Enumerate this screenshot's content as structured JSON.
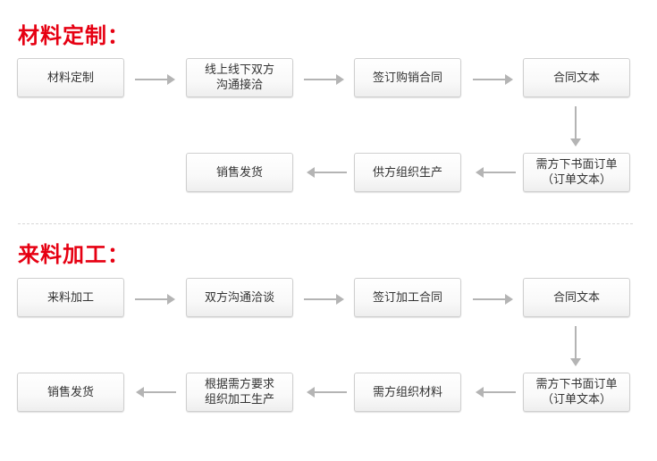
{
  "colors": {
    "title_red": "#e60012",
    "arrow_gray": "#b4b4b4",
    "box_border": "#cfcfcf",
    "text": "#333333"
  },
  "section1": {
    "title": "材料定制：",
    "nodes": {
      "s1": "材料定制",
      "s2": "线上线下双方\n沟通接洽",
      "s3": "签订购销合同",
      "s4": "合同文本",
      "s5": "需方下书面订单\n（订单文本）",
      "s6": "供方组织生产",
      "s7": "销售发货"
    }
  },
  "section2": {
    "title": "来料加工：",
    "nodes": {
      "s1": "来料加工",
      "s2": "双方沟通洽谈",
      "s3": "签订加工合同",
      "s4": "合同文本",
      "s5": "需方下书面订单\n（订单文本）",
      "s6": "需方组织材料",
      "s7": "根据需方要求\n组织加工生产",
      "s8": "销售发货"
    }
  }
}
